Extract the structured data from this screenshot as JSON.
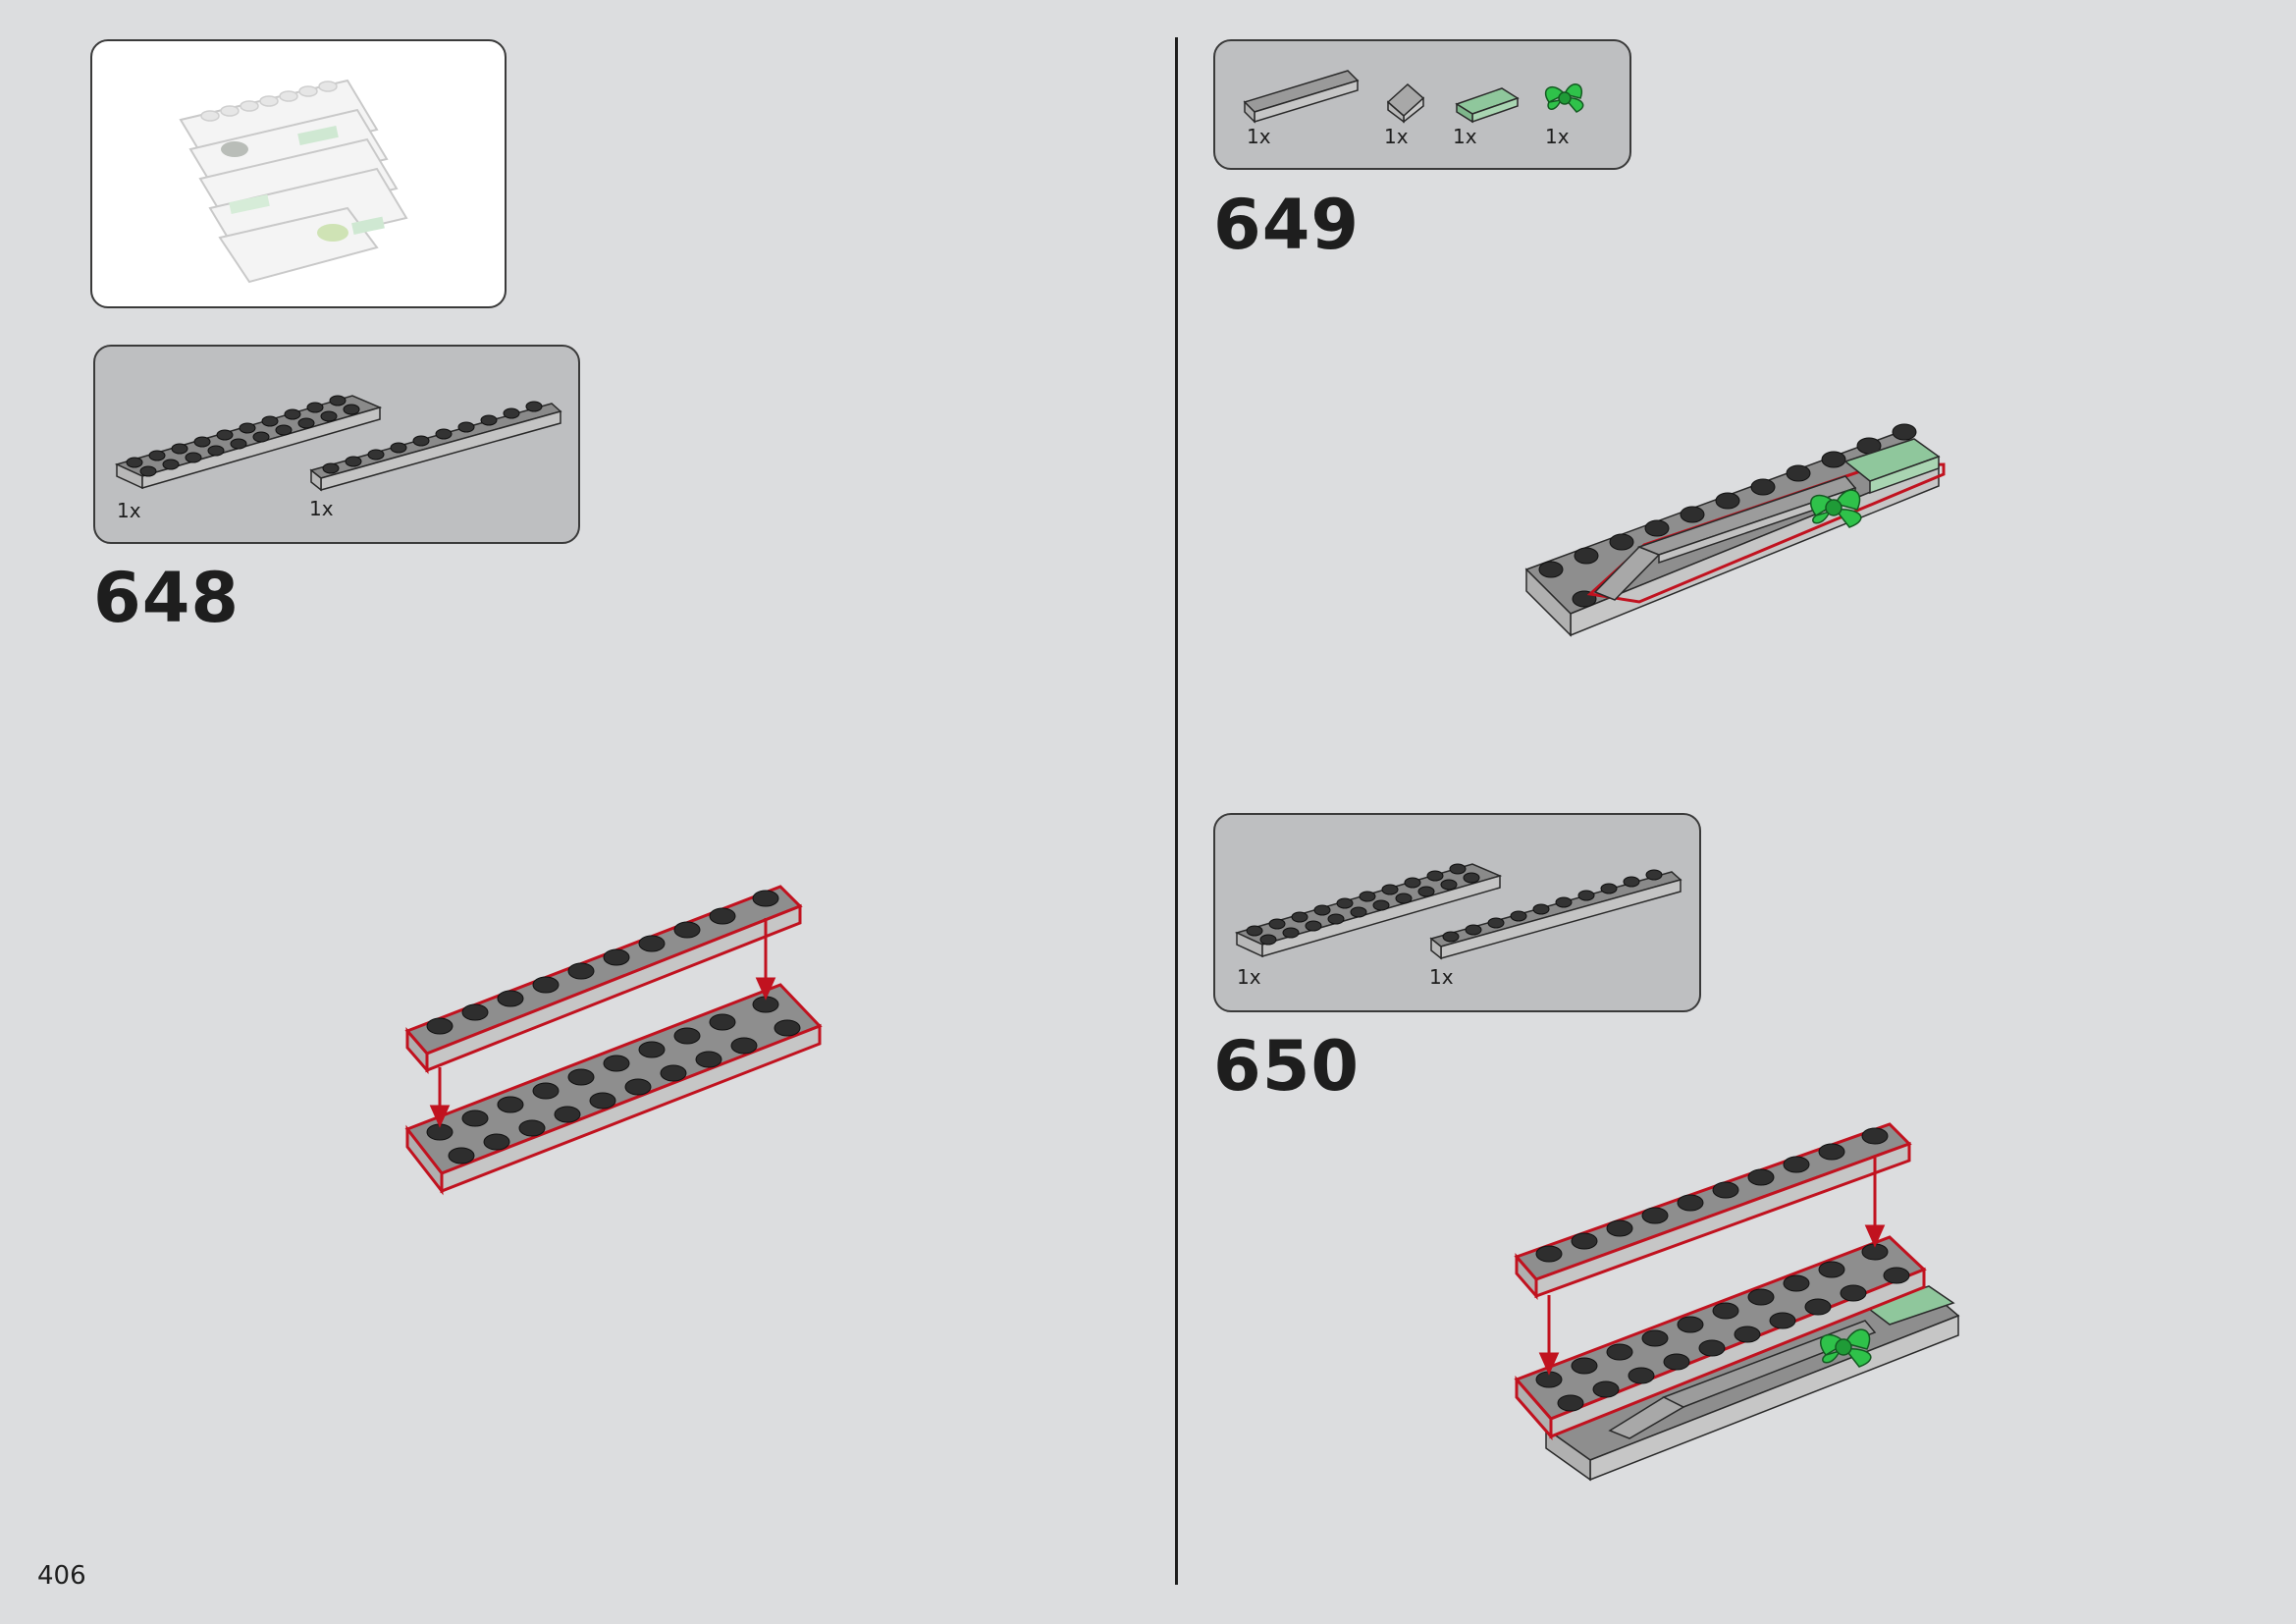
{
  "page": {
    "number": "406",
    "bg_color": "#dcdddf",
    "highlight_color": "#c1121f"
  },
  "steps": [
    {
      "number": "648",
      "parts": [
        {
          "qty": "1x",
          "part": "plate-2x10-dark-grey"
        },
        {
          "qty": "1x",
          "part": "plate-1x10-dark-grey"
        }
      ]
    },
    {
      "number": "649",
      "parts": [
        {
          "qty": "1x",
          "part": "tile-1x6-light-grey"
        },
        {
          "qty": "1x",
          "part": "slope-light-grey"
        },
        {
          "qty": "1x",
          "part": "tile-1x2-sand-green"
        },
        {
          "qty": "1x",
          "part": "plant-leaves-bright-green"
        }
      ]
    },
    {
      "number": "650",
      "parts": [
        {
          "qty": "1x",
          "part": "plate-2x10-dark-grey"
        },
        {
          "qty": "1x",
          "part": "plate-1x10-dark-grey"
        }
      ]
    }
  ]
}
